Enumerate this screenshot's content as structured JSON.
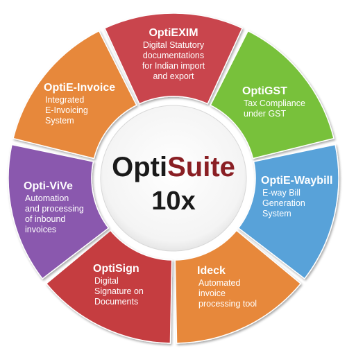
{
  "center": {
    "title_part1": "Opti",
    "title_part2": "Suite",
    "subtitle": "10x",
    "color_part1": "#1a1a1a",
    "color_part2": "#8a1f24"
  },
  "segments": [
    {
      "id": "optiexim",
      "title": "OptiEXIM",
      "desc": [
        "Digital Statutory",
        "documentations",
        "for Indian import",
        "and export"
      ],
      "color": "#c9444e"
    },
    {
      "id": "optigst",
      "title": "OptiGST",
      "desc": [
        "Tax Compliance",
        "under GST"
      ],
      "color": "#78c13a"
    },
    {
      "id": "optie-waybill",
      "title": "OptiE-Waybill",
      "desc": [
        "E-way Bill",
        "Generation",
        "System"
      ],
      "color": "#58a2d9"
    },
    {
      "id": "ideck",
      "title": "Ideck",
      "desc": [
        "Automated",
        "invoice",
        "processing tool"
      ],
      "color": "#e7883a"
    },
    {
      "id": "optisign",
      "title": "OptiSign",
      "desc": [
        "Digital",
        "Signature on",
        "Documents"
      ],
      "color": "#c53c41"
    },
    {
      "id": "opti-vive",
      "title": "Opti-ViVe",
      "desc": [
        "Automation",
        "and processing",
        "of inbound",
        "invoices"
      ],
      "color": "#8a58ae"
    },
    {
      "id": "optie-invoice",
      "title": "OptiE-Invoice",
      "desc": [
        "Integrated",
        "E-Invoicing",
        "System"
      ],
      "color": "#e7883a"
    }
  ]
}
